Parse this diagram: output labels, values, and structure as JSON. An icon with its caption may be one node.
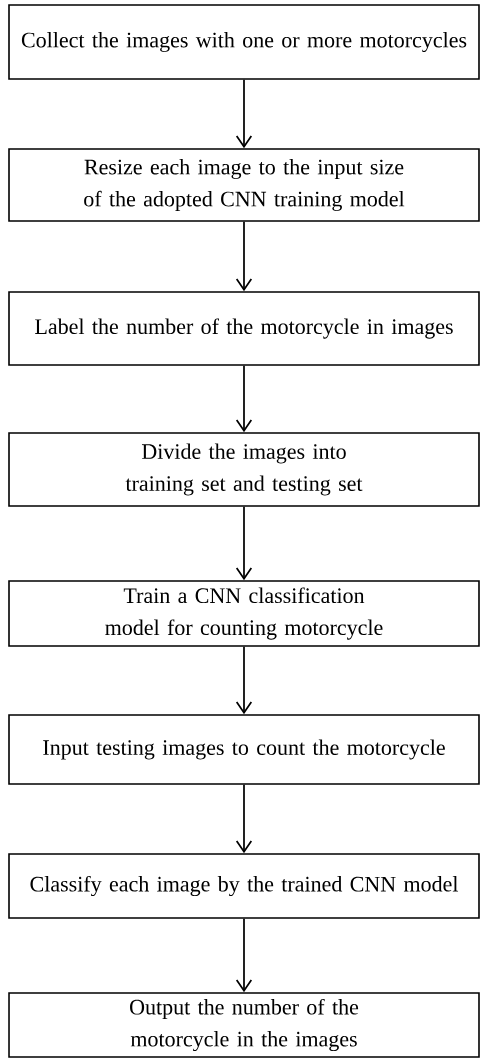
{
  "diagram": {
    "nodes": [
      {
        "text": [
          "Collect the images with one or more motorcycles"
        ]
      },
      {
        "text": [
          "Resize each image to the input size of the adopted CNN training model"
        ]
      },
      {
        "text": [
          "Label the number of the motorcycle in images"
        ]
      },
      {
        "text": [
          "Divide the images into training set and testing set"
        ]
      },
      {
        "text": [
          "Train a CNN classification model for counting motorcycle"
        ]
      },
      {
        "text": [
          "Input testing images to count the motorcycle"
        ]
      },
      {
        "text": [
          "Classify each image by the trained CNN model"
        ]
      },
      {
        "text": [
          "Output the number of the motorcycle in the images"
        ]
      }
    ],
    "edges": [
      {
        "from": 0,
        "to": 1,
        "arrow": "to"
      },
      {
        "from": 1,
        "to": 2,
        "arrow": "to"
      },
      {
        "from": 2,
        "to": 3,
        "arrow": "to"
      },
      {
        "from": 3,
        "to": 4,
        "arrow": "to"
      },
      {
        "from": 4,
        "to": 5,
        "arrow": "to"
      },
      {
        "from": 5,
        "to": 6,
        "arrow": "to"
      },
      {
        "from": 6,
        "to": 7,
        "arrow": "to"
      }
    ]
  }
}
